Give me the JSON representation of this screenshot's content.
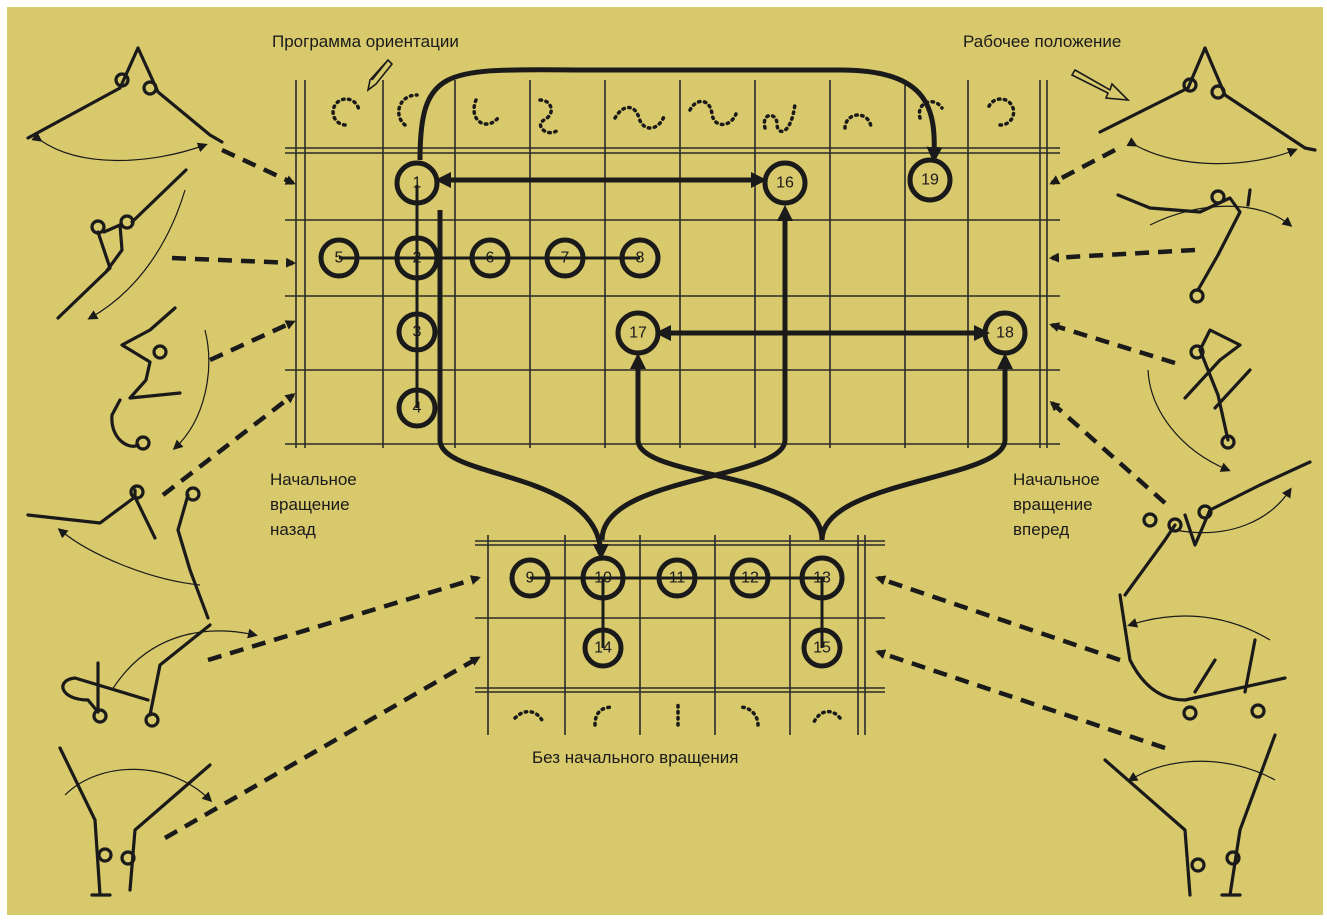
{
  "labels": {
    "orientation_program": "Программа ориентации",
    "working_position": "Рабочее положение",
    "backward_rotation": [
      "Начальное",
      "вращение",
      "назад"
    ],
    "forward_rotation": [
      "Начальное",
      "вращение",
      "вперед"
    ],
    "no_rotation": "Без начального вращения"
  },
  "nodes": [
    "1",
    "2",
    "3",
    "4",
    "5",
    "6",
    "7",
    "8",
    "9",
    "10",
    "11",
    "12",
    "13",
    "14",
    "15",
    "16",
    "17",
    "18",
    "19"
  ],
  "colors": {
    "background": "#d8c96c",
    "ink": "#1a1a1a"
  }
}
